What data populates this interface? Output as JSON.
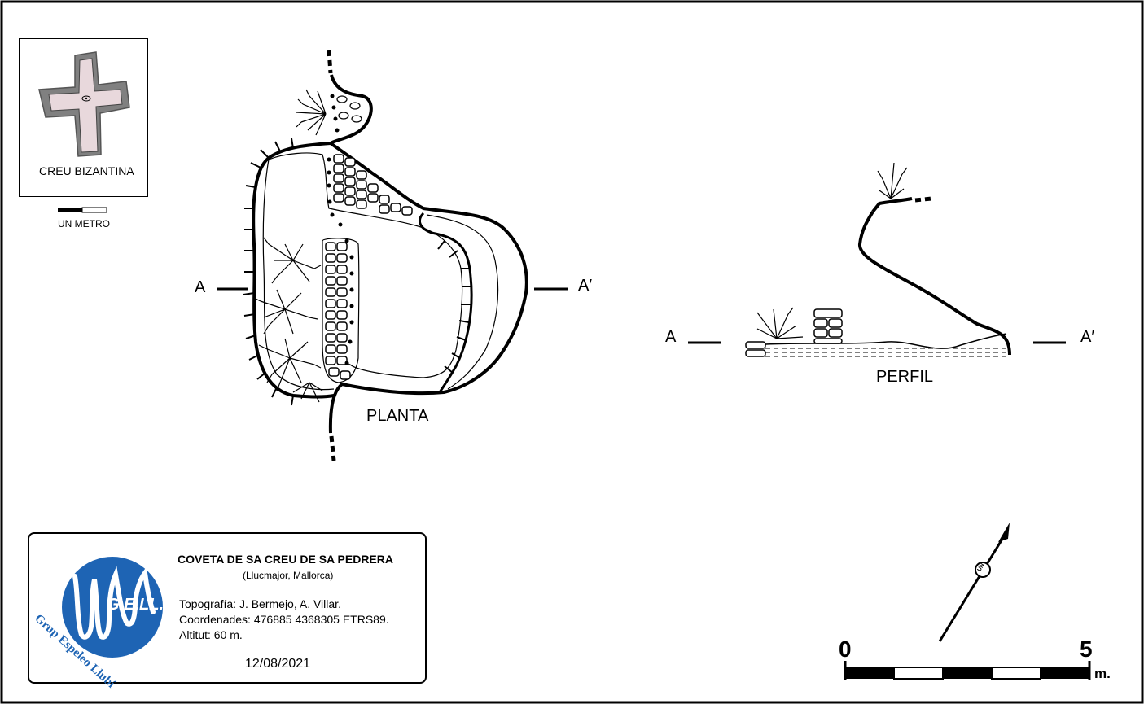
{
  "inset": {
    "title": "CREU BIZANTINA",
    "scale_label": "UN METRO"
  },
  "plan": {
    "title": "PLANTA",
    "section_start": "A",
    "section_end": "A′"
  },
  "profile": {
    "title": "PERFIL",
    "section_start": "A",
    "section_end": "A′"
  },
  "info": {
    "cave_name": "COVETA DE SA CREU DE SA PEDRERA",
    "location": "(Llucmajor, Mallorca)",
    "topography": "Topografía: J. Bermejo, A. Villar.",
    "coordinates": "Coordenades: 476885 4368305 ETRS89.",
    "altitude": "Altitut: 60 m.",
    "date": "12/08/2021",
    "logo_text": "G.E.LL.",
    "logo_ring_text": "Grup Espeleo Llubí",
    "logo_color": "#1e64b4"
  },
  "scale": {
    "start": "0",
    "end": "5",
    "unit": "m."
  },
  "north_arrow": {
    "label": "UN"
  },
  "colors": {
    "ink": "#000000",
    "cross_fill": "#e8d8dc",
    "cross_outline": "#808080",
    "logo_blue": "#1e64b4"
  }
}
